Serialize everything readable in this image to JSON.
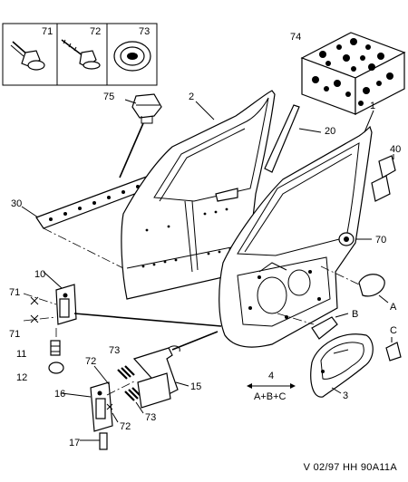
{
  "callouts": {
    "p71_box": "71",
    "p72_box": "72",
    "p73_box": "73",
    "p74": "74",
    "p75": "75",
    "p2": "2",
    "p20": "20",
    "p1": "1",
    "p40": "40",
    "p30": "30",
    "p70": "70",
    "p10": "10",
    "p71a": "71",
    "p71b": "71",
    "p11": "11",
    "p12": "12",
    "p16": "16",
    "p72a": "72",
    "p73a": "73",
    "p15": "15",
    "p72b": "72",
    "p73b": "73",
    "p17": "17",
    "pA": "A",
    "pB": "B",
    "pC": "C",
    "p3": "3",
    "p4": "4"
  },
  "legend_note": "A+B+C",
  "footer": "V 02/97  HH 90A11A"
}
